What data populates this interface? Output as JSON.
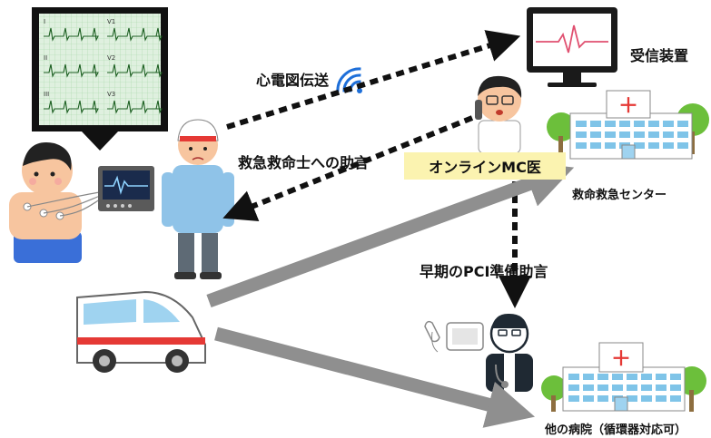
{
  "labels": {
    "ecg_transmission": "心電図伝送",
    "advice_to_paramedic": "救急救命士への助言",
    "receiver_device": "受信装置",
    "online_mc_doctor": "オンラインMC医",
    "emergency_center": "救命救急センター",
    "early_pci_advice": "早期のPCI準備助言",
    "other_hospital": "他の病院（循環器対応可）"
  },
  "ecg_leads": [
    "I",
    "II",
    "III",
    "V1",
    "V2",
    "V3"
  ],
  "hospital_sign": "＋",
  "colors": {
    "ecg_paper": "#dff0df",
    "ecg_trace": "#1b5e20",
    "monitor_trace": "#e05070",
    "monitor_frame": "#1a1a1a",
    "arrow_gray": "#8f8f8f",
    "arrow_dotted": "#111111",
    "wifi_blue": "#1e6fd9",
    "mc_box": "#fbf3b0",
    "hospital_wall": "#ffffff",
    "hospital_window": "#7fc4e8",
    "hospital_cross": "#e53935",
    "tree_green": "#6cbf3b",
    "paramedic_blue": "#8fc3e8"
  }
}
